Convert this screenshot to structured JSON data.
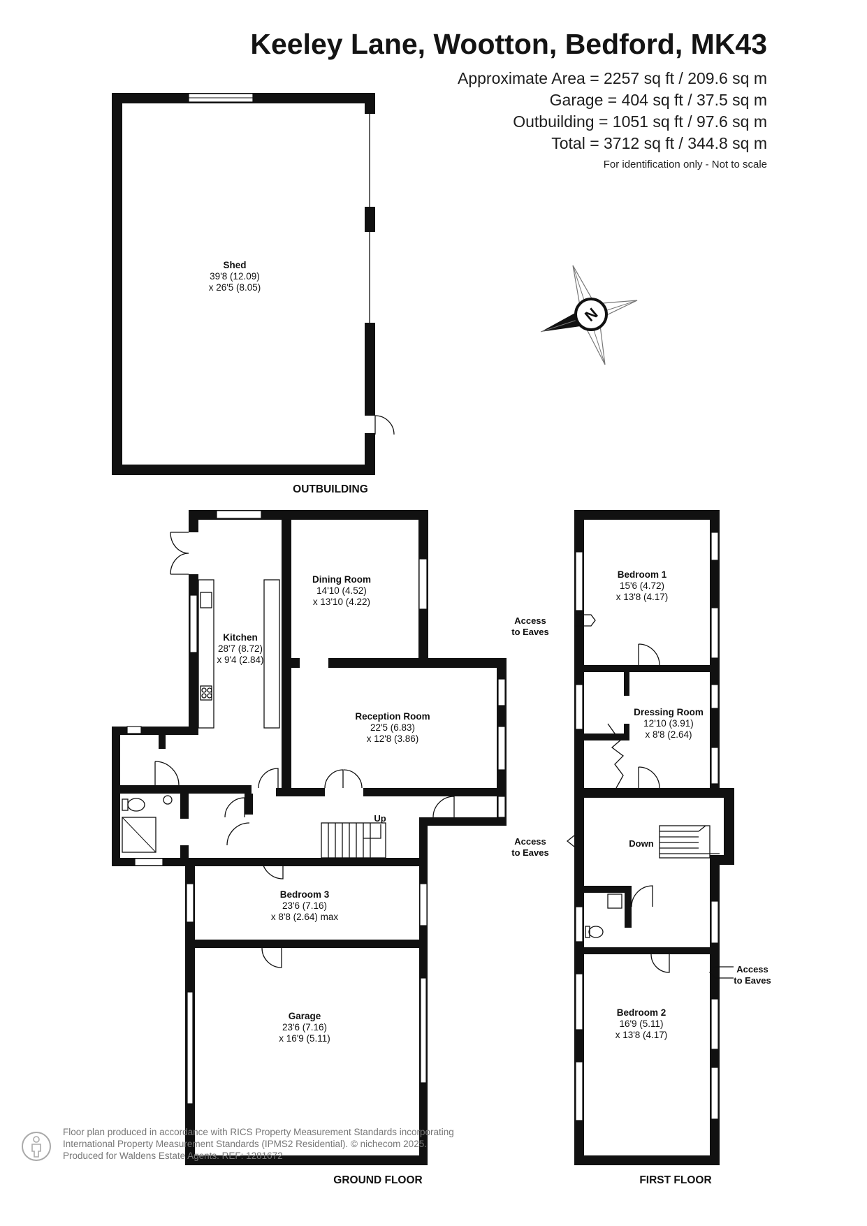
{
  "header": {
    "title": "Keeley Lane, Wootton, Bedford, MK43",
    "areas": [
      "Approximate Area = 2257 sq ft / 209.6 sq m",
      "Garage = 404 sq ft / 37.5 sq m",
      "Outbuilding = 1051 sq ft / 97.6 sq m",
      "Total = 3712 sq ft / 344.8 sq m"
    ],
    "note": "For identification only - Not to scale"
  },
  "compass": {
    "letter": "N"
  },
  "floors": {
    "outbuilding": "OUTBUILDING",
    "ground": "GROUND FLOOR",
    "first": "FIRST FLOOR"
  },
  "rooms": {
    "shed": {
      "name": "Shed",
      "dim1": "39'8 (12.09)",
      "dim2": "x 26'5 (8.05)"
    },
    "dining": {
      "name": "Dining Room",
      "dim1": "14'10 (4.52)",
      "dim2": "x 13'10 (4.22)"
    },
    "kitchen": {
      "name": "Kitchen",
      "dim1": "28'7 (8.72)",
      "dim2": "x 9'4 (2.84)"
    },
    "reception": {
      "name": "Reception Room",
      "dim1": "22'5 (6.83)",
      "dim2": "x 12'8 (3.86)"
    },
    "bedroom3": {
      "name": "Bedroom 3",
      "dim1": "23'6 (7.16)",
      "dim2": "x 8'8 (2.64) max"
    },
    "garage": {
      "name": "Garage",
      "dim1": "23'6 (7.16)",
      "dim2": "x 16'9 (5.11)"
    },
    "bedroom1": {
      "name": "Bedroom 1",
      "dim1": "15'6 (4.72)",
      "dim2": "x 13'8 (4.17)"
    },
    "dressing": {
      "name": "Dressing Room",
      "dim1": "12'10 (3.91)",
      "dim2": "x 8'8 (2.64)"
    },
    "bedroom2": {
      "name": "Bedroom 2",
      "dim1": "16'9 (5.11)",
      "dim2": "x 13'8 (4.17)"
    }
  },
  "labels": {
    "up": "Up",
    "down": "Down",
    "eaves_top_1": "Access",
    "eaves_top_2": "to Eaves",
    "eaves_mid_1": "Access",
    "eaves_mid_2": "to Eaves",
    "eaves_right_1": "Access",
    "eaves_right_2": "to Eaves"
  },
  "footer": {
    "line1": "Floor plan produced in accordance with RICS Property Measurement Standards incorporating",
    "line2": "International Property Measurement Standards (IPMS2 Residential).   © nichecom 2025.",
    "line3": "Produced for Waldens Estate Agents.   REF:  1281672"
  }
}
